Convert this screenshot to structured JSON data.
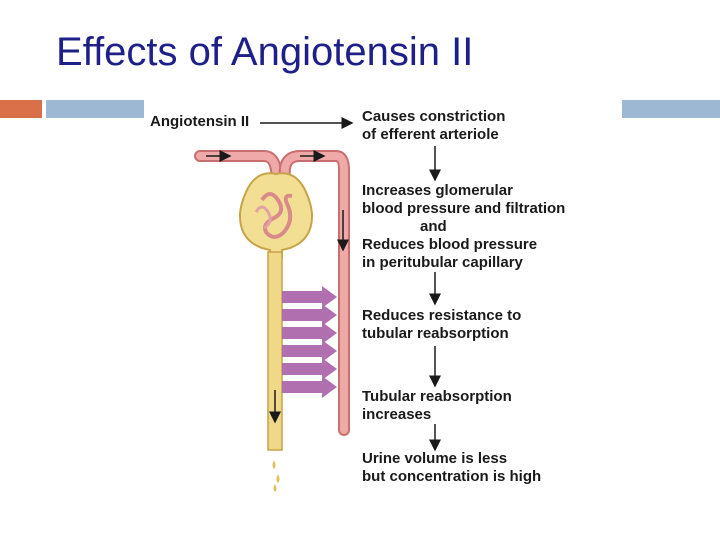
{
  "slide": {
    "title": "Effects of Angiotensin II"
  },
  "theme": {
    "title_color": "#1f1f8a",
    "accent_orange": "#d9704a",
    "accent_blue": "#9db8d2",
    "vessel_color": "#e8a0a0",
    "tubule_color": "#efd888",
    "arrow_purple": "#b070b0"
  },
  "diagram": {
    "trigger_label": "Angiotensin II",
    "steps": [
      [
        "Causes constriction",
        "of efferent arteriole"
      ],
      [
        "Increases glomerular",
        "blood pressure and filtration",
        "and",
        "Reduces blood pressure",
        "in peritubular capillary"
      ],
      [
        "Reduces resistance to",
        "tubular reabsorption"
      ],
      [
        "Tubular reabsorption",
        "increases"
      ],
      [
        "Urine volume is less",
        "but concentration is high"
      ]
    ]
  }
}
